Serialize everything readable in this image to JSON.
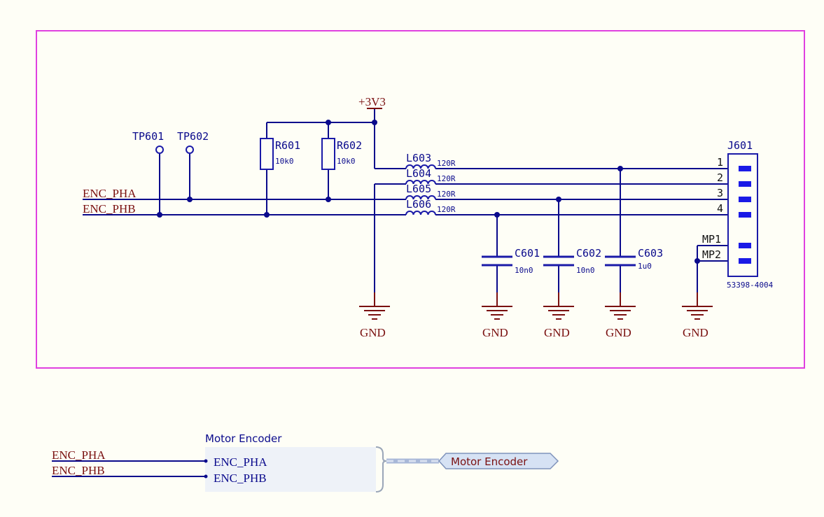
{
  "colors": {
    "background": "#fefef6",
    "sheet_border": "#e040e0",
    "wire": "#0a0a8c",
    "net_label": "#7a1010",
    "component": "#1a1aa8",
    "pin_pad": "#1a1ae6",
    "harness_fill": "#eef2f8"
  },
  "nets": {
    "enc_pha": "ENC_PHA",
    "enc_phb": "ENC_PHB",
    "power": "+3V3",
    "gnd": "GND"
  },
  "test_points": [
    {
      "ref": "TP601"
    },
    {
      "ref": "TP602"
    }
  ],
  "resistors": [
    {
      "ref": "R601",
      "value": "10k0"
    },
    {
      "ref": "R602",
      "value": "10k0"
    }
  ],
  "inductors": [
    {
      "ref": "L603",
      "value": "120R"
    },
    {
      "ref": "L604",
      "value": "120R"
    },
    {
      "ref": "L605",
      "value": "120R"
    },
    {
      "ref": "L606",
      "value": "120R"
    }
  ],
  "capacitors": [
    {
      "ref": "C601",
      "value": "10n0"
    },
    {
      "ref": "C602",
      "value": "10n0"
    },
    {
      "ref": "C603",
      "value": "1u0"
    }
  ],
  "connector": {
    "ref": "J601",
    "part": "53398-4004",
    "pins": [
      "1",
      "2",
      "3",
      "4"
    ],
    "mount_pins": [
      "MP1",
      "MP2"
    ]
  },
  "harness": {
    "title": "Motor Encoder",
    "entries": [
      "ENC_PHA",
      "ENC_PHB"
    ],
    "port_label": "Motor Encoder",
    "wire_labels": [
      "ENC_PHA",
      "ENC_PHB"
    ]
  }
}
